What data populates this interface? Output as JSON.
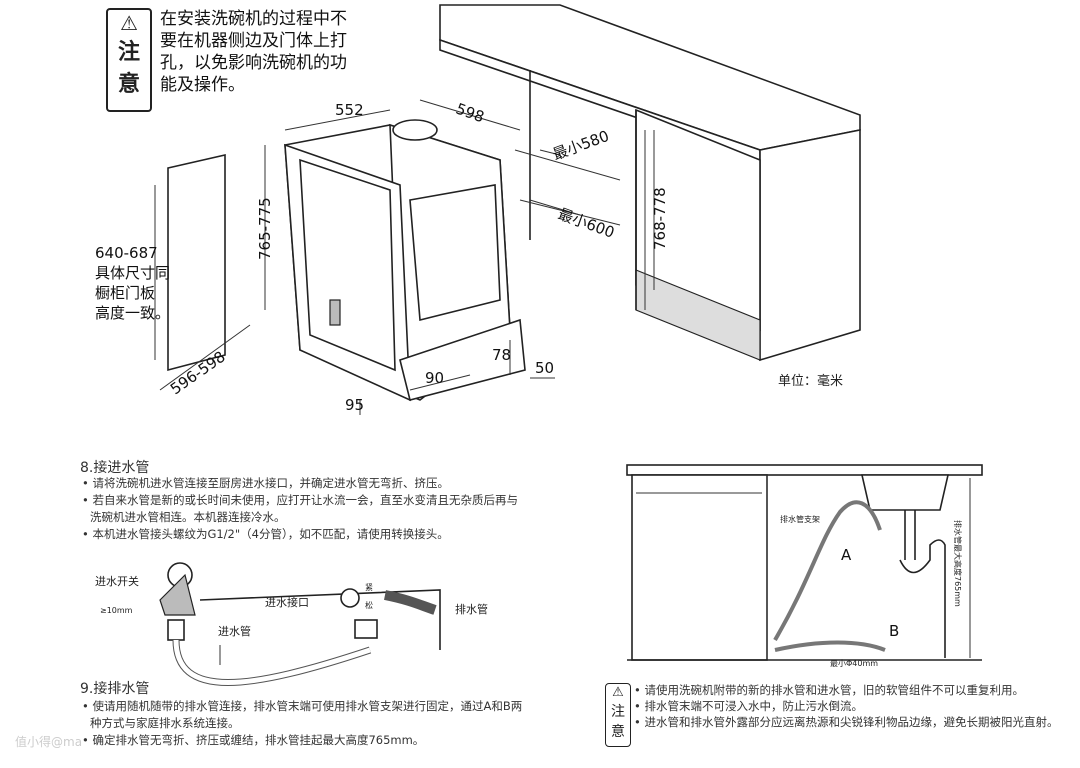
{
  "top_note": {
    "badge_chars": [
      "注",
      "意"
    ],
    "lines": [
      "在安装洗碗机的过程中不",
      "要在机器侧边及门体上打",
      "孔，以免影响洗碗机的功",
      "能及操作。"
    ]
  },
  "dimensions": {
    "width": "552",
    "depth": "598",
    "height": "765-775",
    "panel_height": "640-687",
    "panel_note": [
      "具体尺寸同",
      "橱柜门板",
      "高度一致。"
    ],
    "panel_width": "596-598",
    "d95": "95",
    "d90": "90",
    "d78": "78",
    "d50": "50",
    "min580": "最小580",
    "min600": "最小600",
    "cabinet_height": "768-778",
    "unit": "单位：毫米"
  },
  "section8": {
    "title": "8.接进水管",
    "bullets": [
      "请将洗碗机进水管连接至厨房进水接口，并确定进水管无弯折、挤压。",
      "若自来水管是新的或长时间未使用，应打开让水流一会，直至水变清且无杂质后再与洗碗机进水管相连。本机器连接冷水。",
      "本机进水管接头螺纹为G1/2\"（4分管），如不匹配，请使用转换接头。"
    ],
    "labels": {
      "valve": "进水开关",
      "gap": "≥10mm",
      "inlet_port": "进水接口",
      "tighten": "紧",
      "loosen": "松",
      "drain_hose": "排水管",
      "inlet_hose": "进水管"
    }
  },
  "section9": {
    "title": "9.接排水管",
    "bullets": [
      "使请用随机随带的排水管连接，排水管末端可使用排水管支架进行固定，通过A和B两种方式与家庭排水系统连接。",
      "确定排水管无弯折、挤压或缠结，排水管挂起最大高度765mm。"
    ],
    "labels": {
      "bracket": "排水管支架",
      "a": "A",
      "b": "B",
      "min_dia": "最小Φ40mm",
      "max_height": "排水管最大高度765mm"
    }
  },
  "bottom_note": {
    "badge_chars": [
      "注",
      "意"
    ],
    "bullets": [
      "请使用洗碗机附带的新的排水管和进水管，旧的软管组件不可以重复利用。",
      "排水管末端不可浸入水中，防止污水倒流。",
      "进水管和排水管外露部分应远离热源和尖锐锋利物品边缘，避免长期被阳光直射。"
    ]
  },
  "watermark": "值小得@ma"
}
